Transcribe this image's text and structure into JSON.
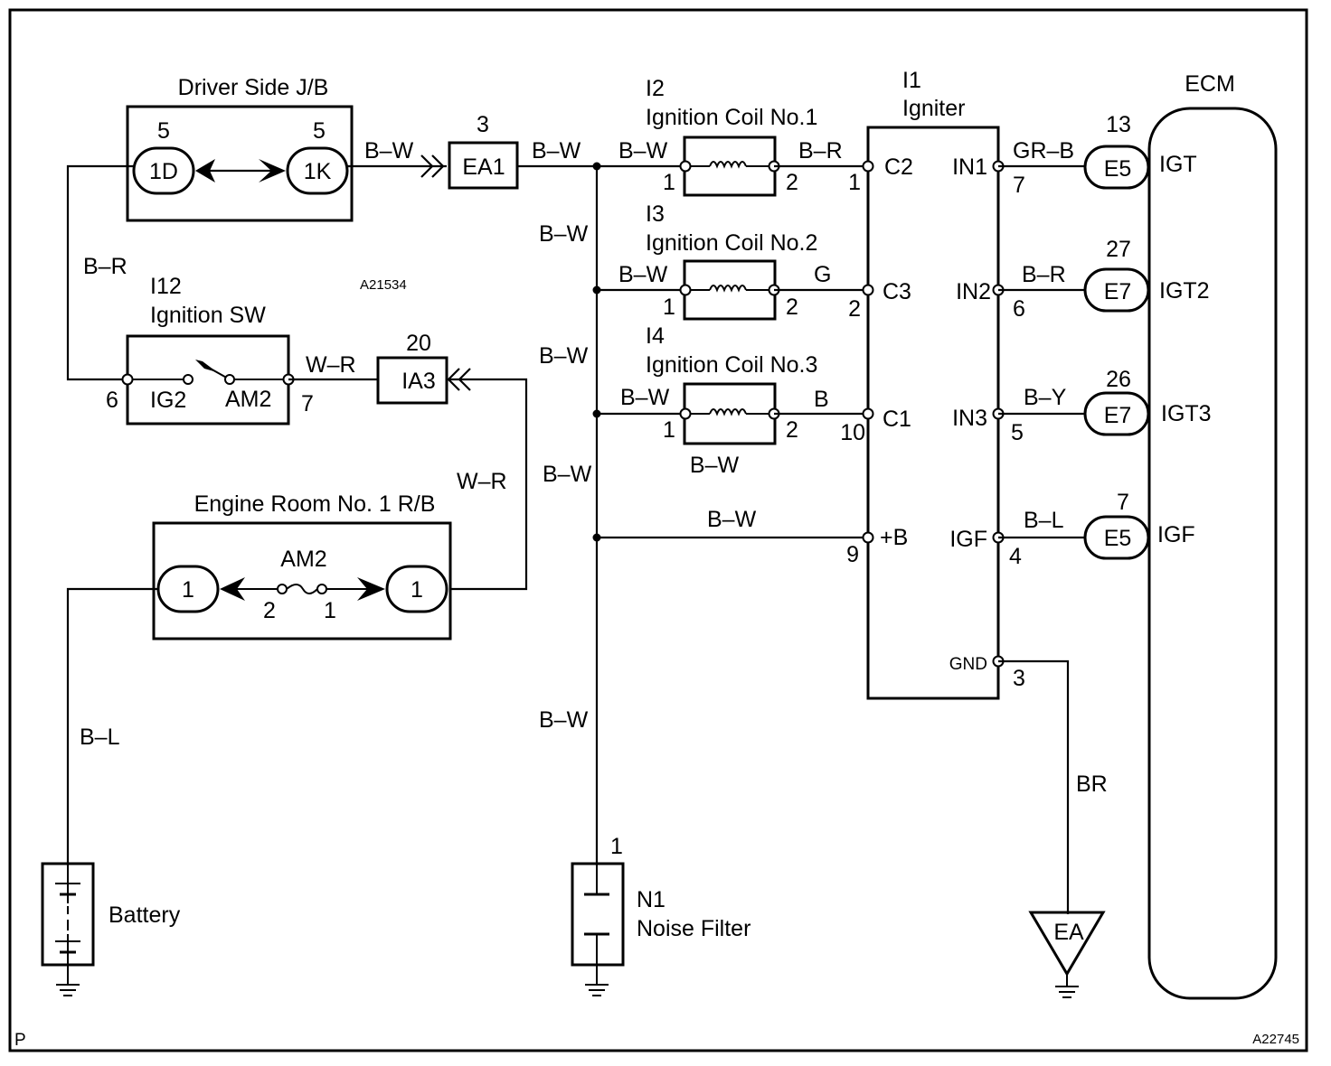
{
  "codes": {
    "top": "A21534",
    "bottom": "A22745",
    "corner": "P"
  },
  "driver_jb": {
    "title": "Driver Side J/B",
    "left_pin": "5",
    "left_conn": "1D",
    "right_pin": "5",
    "right_conn": "1K"
  },
  "ea1": {
    "pin": "3",
    "label": "EA1"
  },
  "ia3": {
    "pin": "20",
    "label": "IA3"
  },
  "ignition_sw": {
    "code": "I12",
    "title": "Ignition SW",
    "pin_left": "6",
    "pin_right": "7",
    "term_ig2": "IG2",
    "term_am2": "AM2"
  },
  "engine_rb": {
    "title": "Engine Room No. 1 R/B",
    "conn_left": "1",
    "conn_right": "1",
    "fuse": "AM2",
    "fuse_pin_left": "2",
    "fuse_pin_right": "1"
  },
  "battery": {
    "label": "Battery"
  },
  "noise_filter": {
    "pin": "1",
    "code": "N1",
    "title": "Noise Filter"
  },
  "ground_ea": {
    "label": "EA"
  },
  "coils": [
    {
      "code": "I2",
      "title": "Ignition Coil No.1",
      "wire_in": "B–W",
      "wire_out": "B–R",
      "pin_in": "1",
      "pin_out": "2"
    },
    {
      "code": "I3",
      "title": "Ignition Coil No.2",
      "wire_in": "B–W",
      "wire_out": "G",
      "pin_in": "1",
      "pin_out": "2"
    },
    {
      "code": "I4",
      "title": "Ignition Coil No.3",
      "wire_in": "B–W",
      "wire_out": "B",
      "pin_in": "1",
      "pin_out": "2",
      "below": "B–W"
    }
  ],
  "igniter": {
    "code": "I1",
    "title": "Igniter",
    "inputs": [
      {
        "pin": "1",
        "term": "C2"
      },
      {
        "pin": "2",
        "term": "C3"
      },
      {
        "pin": "10",
        "term": "C1"
      },
      {
        "pin": "9",
        "term": "+B"
      }
    ],
    "outputs": [
      {
        "term": "IN1",
        "pin": "7"
      },
      {
        "term": "IN2",
        "pin": "6"
      },
      {
        "term": "IN3",
        "pin": "5"
      },
      {
        "term": "IGF",
        "pin": "4"
      }
    ],
    "gnd": {
      "term": "GND",
      "pin": "3"
    }
  },
  "ecm": {
    "title": "ECM",
    "connectors": [
      {
        "pin": "13",
        "conn": "E5",
        "term": "IGT",
        "wire": "GR–B"
      },
      {
        "pin": "27",
        "conn": "E7",
        "term": "IGT2",
        "wire": "B–R"
      },
      {
        "pin": "26",
        "conn": "E7",
        "term": "IGT3",
        "wire": "B–Y"
      },
      {
        "pin": "7",
        "conn": "E5",
        "term": "IGF",
        "wire": "B–L"
      }
    ]
  },
  "wires": {
    "jb_to_ea1": "B–W",
    "ea1_out": "B–W",
    "jb_to_sw": "B–R",
    "sw_to_ia3": "W–R",
    "ia3_to_rb": "W–R",
    "bus_1": "B–W",
    "bus_2": "B–W",
    "bus_3": "B–W",
    "bus_4": "B–W",
    "plus_b": "B–W",
    "battery": "B–L",
    "gnd": "BR"
  }
}
